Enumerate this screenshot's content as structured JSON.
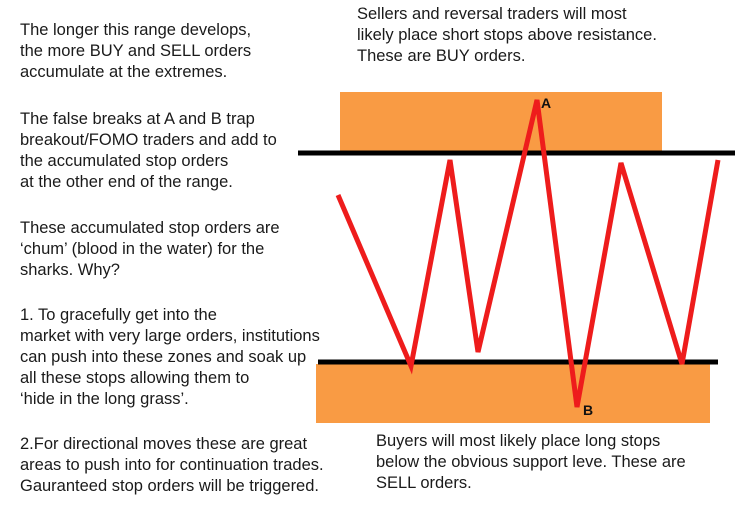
{
  "left_text": {
    "p1": [
      "The longer this range develops,",
      "the more BUY and SELL orders",
      "accumulate at the extremes."
    ],
    "p2": [
      "The false breaks at A and B trap",
      "breakout/FOMO traders and add to",
      "the accumulated stop orders",
      "at the other end of the range."
    ],
    "p3": [
      "These accumulated stop orders are",
      "‘chum’ (blood in the water) for the",
      "sharks. Why?"
    ],
    "p4": [
      "1. To gracefully get into the",
      "market with very large orders, institutions",
      "can push into these zones and soak up",
      "all these stops allowing them to",
      "‘hide in the long grass’."
    ],
    "p5": [
      "2.For directional moves these are great",
      "areas to push into for continuation trades.",
      "Gauranteed stop orders will be triggered."
    ]
  },
  "top_note": [
    "Sellers and reversal traders will most",
    "likely place short stops above resistance.",
    "These are BUY orders."
  ],
  "bottom_note": [
    "Buyers will most likely place long stops",
    "below the obvious support leve. These are",
    "SELL orders."
  ],
  "labels": {
    "a": "A",
    "b": "B"
  },
  "colors": {
    "zone": "#f99b44",
    "price": "#ee1c1c",
    "level": "#000000",
    "text": "#1a1a1a"
  }
}
